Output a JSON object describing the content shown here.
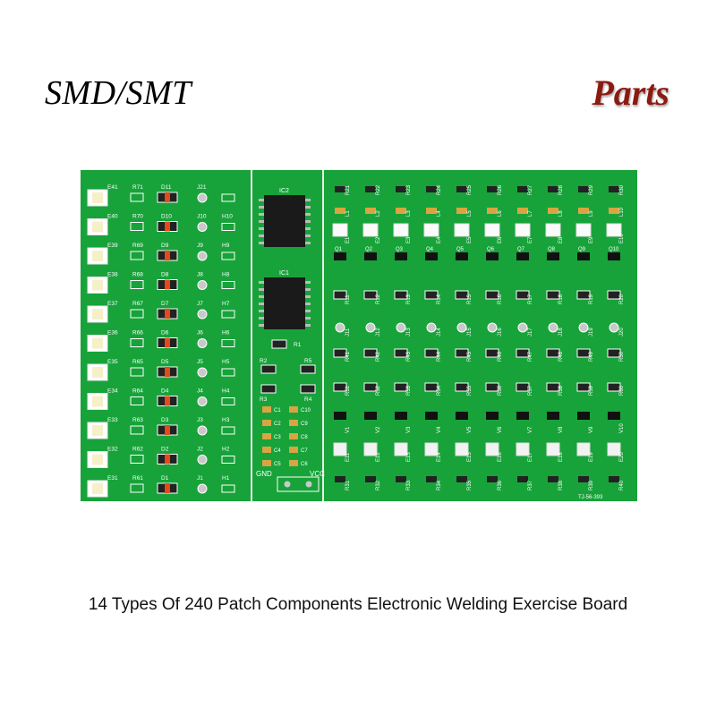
{
  "header": {
    "title_left": "SMD/SMT",
    "title_right": "Parts"
  },
  "caption": "14 Types Of 240 Patch Components Electronic Welding Exercise Board",
  "colors": {
    "board": "#17a33a",
    "board_dark": "#0f7d2a",
    "silkscreen": "#ffffff",
    "accent_title": "#8b1a12"
  },
  "board": {
    "left_rows": [
      {
        "e": "E41",
        "r": "R71",
        "d": "D11",
        "j": "J21",
        "h": ""
      },
      {
        "e": "E40",
        "r": "R70",
        "d": "D10",
        "j": "J10",
        "h": "H10"
      },
      {
        "e": "E39",
        "r": "R69",
        "d": "D9",
        "j": "J9",
        "h": "H9"
      },
      {
        "e": "E38",
        "r": "R68",
        "d": "D8",
        "j": "J8",
        "h": "H8"
      },
      {
        "e": "E37",
        "r": "R67",
        "d": "D7",
        "j": "J7",
        "h": "H7"
      },
      {
        "e": "E36",
        "r": "R66",
        "d": "D6",
        "j": "J6",
        "h": "H6"
      },
      {
        "e": "E35",
        "r": "R65",
        "d": "D5",
        "j": "J5",
        "h": "H5"
      },
      {
        "e": "E34",
        "r": "R64",
        "d": "D4",
        "j": "J4",
        "h": "H4"
      },
      {
        "e": "E33",
        "r": "R63",
        "d": "D3",
        "j": "J3",
        "h": "H3"
      },
      {
        "e": "E32",
        "r": "R62",
        "d": "D2",
        "j": "J2",
        "h": "H2"
      },
      {
        "e": "E31",
        "r": "R61",
        "d": "D1",
        "j": "J1",
        "h": "H1"
      }
    ],
    "mid_labels": {
      "ic2": "IC2",
      "ic1": "IC1",
      "r1": "R1",
      "r2": "R2",
      "r5": "R5",
      "r3": "R3",
      "r4": "R4",
      "gnd": "GND",
      "vcc": "VCC",
      "caps_left": [
        "C1",
        "C2",
        "C3",
        "C4",
        "C5"
      ],
      "caps_right": [
        "C10",
        "C9",
        "C8",
        "C7",
        "C6"
      ]
    },
    "right_cols": [
      {
        "r_top": "R21",
        "l": "L1",
        "e": "E1",
        "q": "Q1",
        "r_a": "R11",
        "j": "J11",
        "r_b": "R41",
        "r_c": "R51",
        "v": "V1",
        "e_b": "E11",
        "r_d": "R31"
      },
      {
        "r_top": "R22",
        "l": "L2",
        "e": "E2",
        "q": "Q2",
        "r_a": "R12",
        "j": "J12",
        "r_b": "R42",
        "r_c": "R52",
        "v": "V2",
        "e_b": "E12",
        "r_d": "R32"
      },
      {
        "r_top": "R23",
        "l": "L3",
        "e": "E3",
        "q": "Q3",
        "r_a": "R13",
        "j": "J13",
        "r_b": "R43",
        "r_c": "R53",
        "v": "V3",
        "e_b": "E13",
        "r_d": "R33"
      },
      {
        "r_top": "R24",
        "l": "L4",
        "e": "E4",
        "q": "Q4",
        "r_a": "R14",
        "j": "J14",
        "r_b": "R44",
        "r_c": "R54",
        "v": "V4",
        "e_b": "E14",
        "r_d": "R34"
      },
      {
        "r_top": "R25",
        "l": "L5",
        "e": "E5",
        "q": "Q5",
        "r_a": "R15",
        "j": "J15",
        "r_b": "R45",
        "r_c": "R55",
        "v": "V5",
        "e_b": "E15",
        "r_d": "R35"
      },
      {
        "r_top": "R26",
        "l": "L6",
        "e": "E6",
        "q": "Q6",
        "r_a": "R16",
        "j": "J16",
        "r_b": "R46",
        "r_c": "R56",
        "v": "V6",
        "e_b": "E16",
        "r_d": "R36"
      },
      {
        "r_top": "R27",
        "l": "L7",
        "e": "E7",
        "q": "Q7",
        "r_a": "R17",
        "j": "J17",
        "r_b": "R47",
        "r_c": "R57",
        "v": "V7",
        "e_b": "E17",
        "r_d": "R37"
      },
      {
        "r_top": "R28",
        "l": "L8",
        "e": "E8",
        "q": "Q8",
        "r_a": "R18",
        "j": "J18",
        "r_b": "R48",
        "r_c": "R58",
        "v": "V8",
        "e_b": "E18",
        "r_d": "R38"
      },
      {
        "r_top": "R29",
        "l": "L9",
        "e": "E9",
        "q": "Q9",
        "r_a": "R19",
        "j": "J19",
        "r_b": "R49",
        "r_c": "R59",
        "v": "V9",
        "e_b": "E19",
        "r_d": "R39"
      },
      {
        "r_top": "R30",
        "l": "L10",
        "e": "E10",
        "q": "Q10",
        "r_a": "R20",
        "j": "J20",
        "r_b": "R50",
        "r_c": "R60",
        "v": "V10",
        "e_b": "E20",
        "r_d": "R40"
      }
    ],
    "part_code": "TJ-56-393"
  }
}
